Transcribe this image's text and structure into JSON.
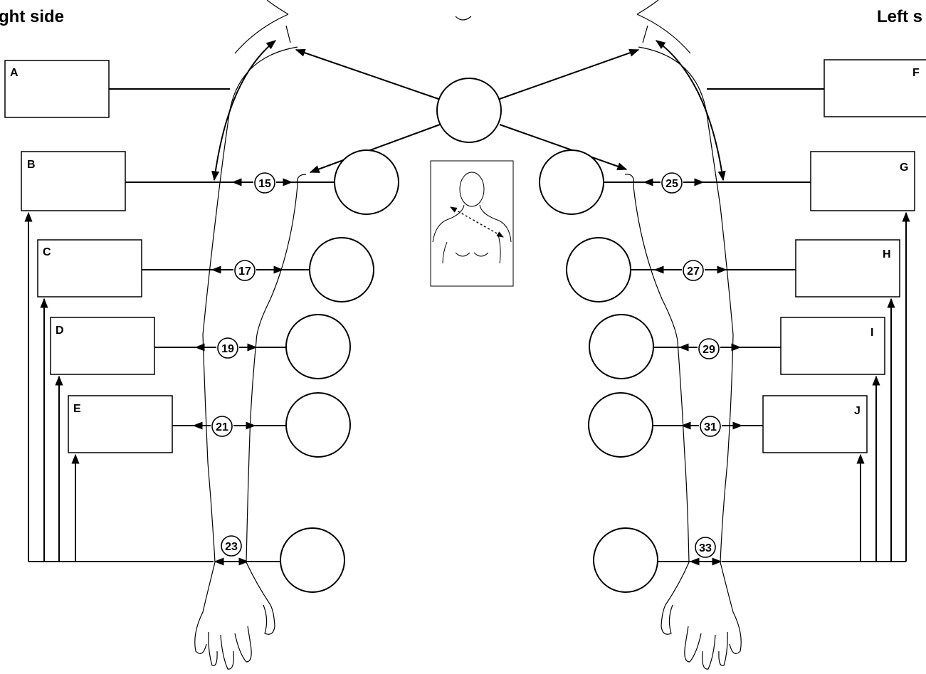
{
  "titles": {
    "right_side": "ght side",
    "left_side": "Left s"
  },
  "right_boxes": [
    {
      "id": "A",
      "label": "A"
    },
    {
      "id": "B",
      "label": "B"
    },
    {
      "id": "C",
      "label": "C"
    },
    {
      "id": "D",
      "label": "D"
    },
    {
      "id": "E",
      "label": "E"
    }
  ],
  "left_boxes": [
    {
      "id": "F",
      "label": "F"
    },
    {
      "id": "G",
      "label": "G"
    },
    {
      "id": "H",
      "label": "H"
    },
    {
      "id": "I",
      "label": "I"
    },
    {
      "id": "J",
      "label": "J"
    }
  ],
  "right_numbers": [
    "15",
    "17",
    "19",
    "21",
    "23"
  ],
  "left_numbers": [
    "25",
    "27",
    "29",
    "31",
    "33"
  ]
}
